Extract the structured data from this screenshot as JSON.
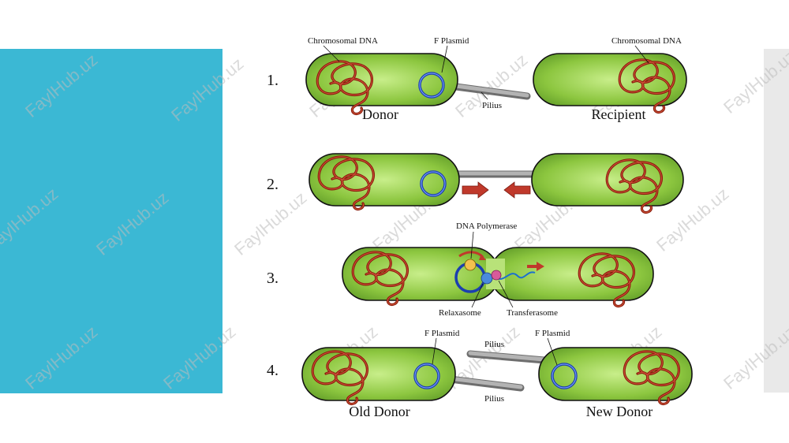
{
  "watermark": "FaylHub.uz",
  "steps": [
    {
      "number": "1.",
      "left_caption": "Donor",
      "right_caption": "Recipient",
      "labels": {
        "left_dna": "Chromosomal DNA",
        "plasmid": "F Plasmid",
        "right_dna": "Chromosomal DNA",
        "pilus": "Pilius"
      }
    },
    {
      "number": "2."
    },
    {
      "number": "3.",
      "labels": {
        "polymerase": "DNA Polymerase",
        "relaxasome": "Relaxasome",
        "transferasome": "Transferasome"
      }
    },
    {
      "number": "4.",
      "left_caption": "Old Donor",
      "right_caption": "New Donor",
      "labels": {
        "left_plasmid": "F Plasmid",
        "right_plasmid": "F Plasmid",
        "pilus_top": "Pilius",
        "pilus_bottom": "Pilius"
      }
    }
  ],
  "colors": {
    "panel": "#3bb8d4",
    "cell": "#8cc63f",
    "dna": "#8b1c0c",
    "plasmid": "#1b3fb0",
    "arrow": "#c0392b"
  }
}
